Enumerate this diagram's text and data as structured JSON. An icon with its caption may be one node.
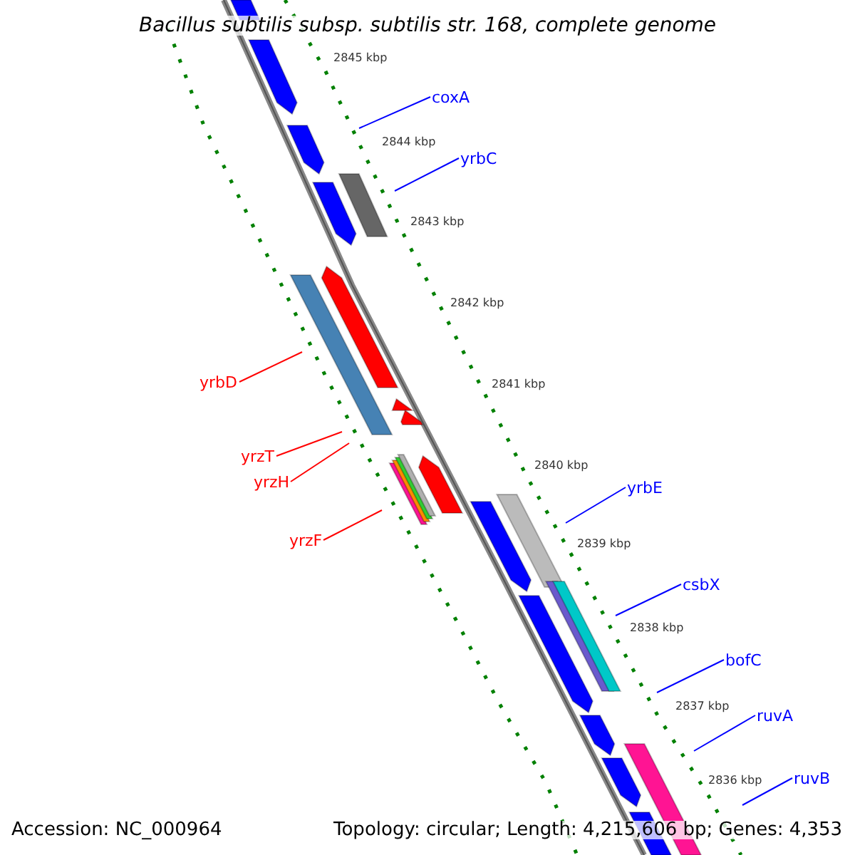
{
  "diagram": {
    "title": "Bacillus subtilis subsp. subtilis str. 168, complete genome",
    "nodes": [
      {
        "text": [
          "coxA"
        ]
      },
      {
        "text": [
          "yrbC"
        ]
      },
      {
        "text": [
          "yrbD"
        ]
      },
      {
        "text": [
          "yrzT"
        ]
      },
      {
        "text": [
          "yrzH"
        ]
      },
      {
        "text": [
          "yrbE"
        ]
      },
      {
        "text": [
          "yrzF"
        ]
      },
      {
        "text": [
          "csbX"
        ]
      },
      {
        "text": [
          "bofC"
        ]
      },
      {
        "text": [
          "ruvA"
        ]
      },
      {
        "text": [
          "ruvB"
        ]
      }
    ],
    "edges": [
      {
        "from": 0,
        "to": null,
        "arrow": "none"
      },
      {
        "from": 1,
        "to": null,
        "arrow": "none"
      },
      {
        "from": 2,
        "to": null,
        "arrow": "none",
        "color": "#ff0000"
      },
      {
        "from": 3,
        "to": null,
        "arrow": "none",
        "color": "#ff0000"
      },
      {
        "from": 4,
        "to": null,
        "arrow": "none",
        "color": "#ff0000"
      },
      {
        "from": 5,
        "to": null,
        "arrow": "none"
      },
      {
        "from": 6,
        "to": null,
        "arrow": "none",
        "color": "#ff0000"
      },
      {
        "from": 7,
        "to": null,
        "arrow": "none"
      },
      {
        "from": 8,
        "to": null,
        "arrow": "none"
      },
      {
        "from": 9,
        "to": null,
        "arrow": "none"
      },
      {
        "from": 10,
        "to": null,
        "arrow": "none"
      }
    ],
    "labels": [
      "2845 kbp",
      "2844 kbp",
      "2843 kbp",
      "2842 kbp",
      "2841 kbp",
      "2840 kbp",
      "2839 kbp",
      "2838 kbp",
      "2837 kbp",
      "2836 kbp",
      "Accession: NC_000964",
      "Topology: circular; Length: 4,215,606 bp; Genes: 4,353"
    ]
  }
}
